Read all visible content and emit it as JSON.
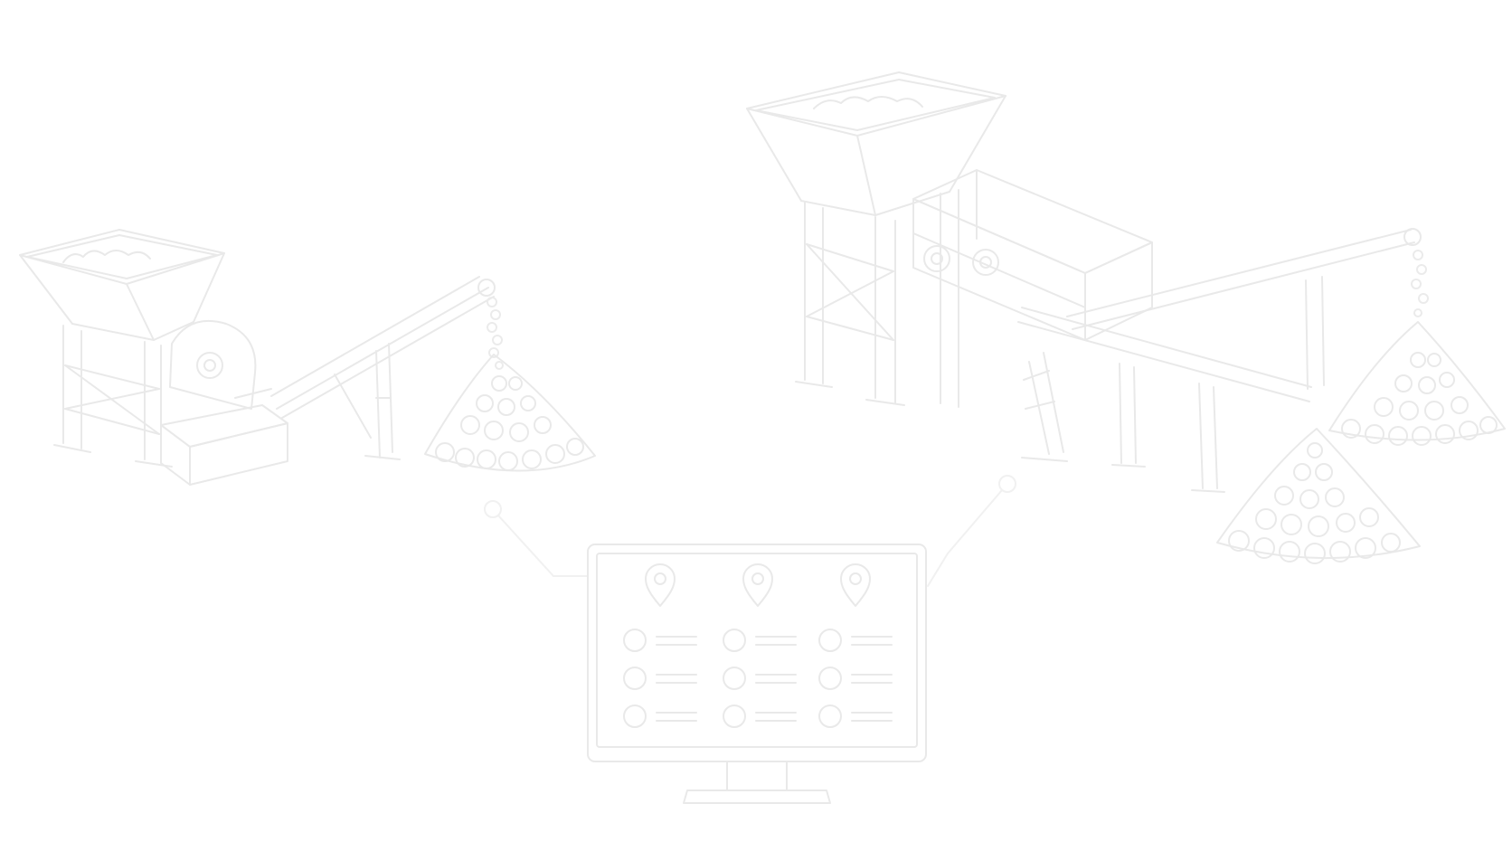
{
  "illustration": {
    "style": "faint line-art",
    "colors": {
      "background": "#ffffff",
      "stroke": "#e9e9e9",
      "stroke_light": "#f1f1f1"
    },
    "machines": [
      {
        "id": "left-plant",
        "parts": [
          "hopper",
          "crusher",
          "conveyor",
          "stockpile"
        ]
      },
      {
        "id": "right-plant",
        "parts": [
          "hopper",
          "screen",
          "conveyor",
          "conveyor",
          "stockpile",
          "stockpile"
        ]
      }
    ],
    "monitor": {
      "pin_icons": 3,
      "status_rows": 3,
      "status_columns": 3
    }
  }
}
